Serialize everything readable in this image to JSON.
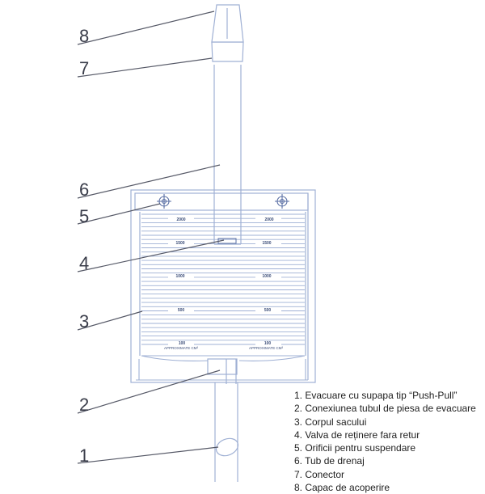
{
  "callouts": [
    "8",
    "7",
    "6",
    "5",
    "4",
    "3",
    "2",
    "1"
  ],
  "scale": {
    "left_marks": [
      "2000",
      "1500",
      "1000",
      "500",
      "100"
    ],
    "right_marks": [
      "2000",
      "1500",
      "1000",
      "500",
      "100"
    ],
    "approx_left": "APPROXIMATE CM³",
    "approx_right": "APPROXIMATE CM³"
  },
  "legend": [
    "1. Evacuare cu supapa tip “Push-Pull”",
    "2. Conexiunea tubul de piesa de evacuare",
    "3. Corpul sacului",
    "4. Valva de reținere fara retur",
    "5. Orificii pentru suspendare",
    "6. Tub de drenaj",
    "7. Conector",
    "8. Capac de acoperire"
  ],
  "colors": {
    "line": "#9fb0d4",
    "dark_line": "#5a6fa5",
    "leader": "#555866",
    "text": "#1e1e1e"
  }
}
